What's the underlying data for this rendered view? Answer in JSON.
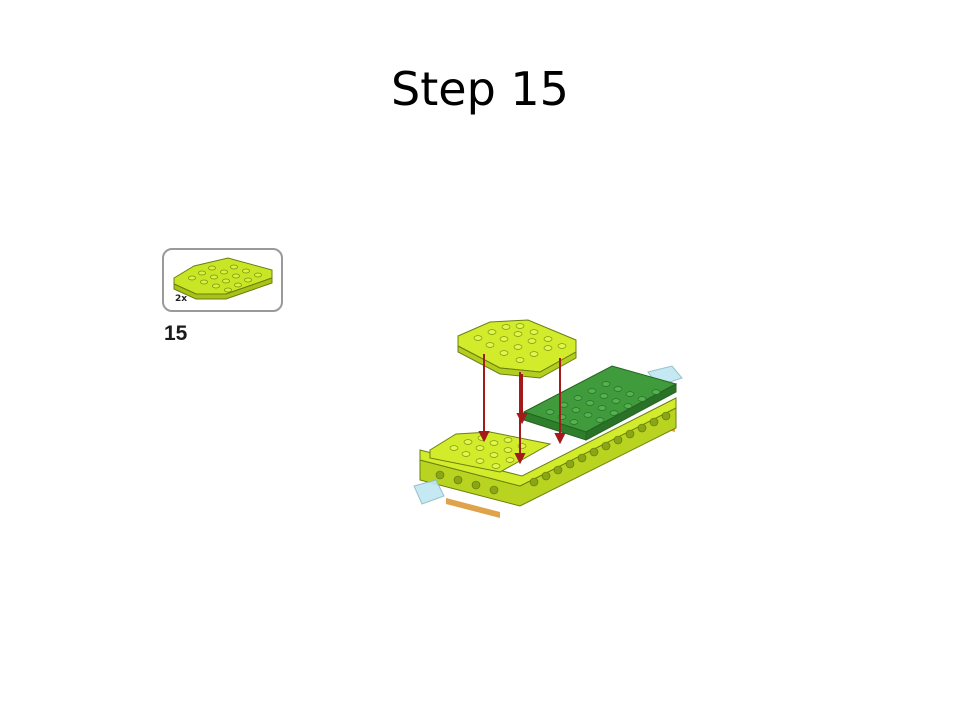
{
  "slide": {
    "title": "Step 15"
  },
  "instruction": {
    "step_number": "15",
    "parts_quantity": "2x",
    "part_color": "#c8e626",
    "base_color": "#3f9b3c",
    "arrow_color": "#a31a1a"
  }
}
